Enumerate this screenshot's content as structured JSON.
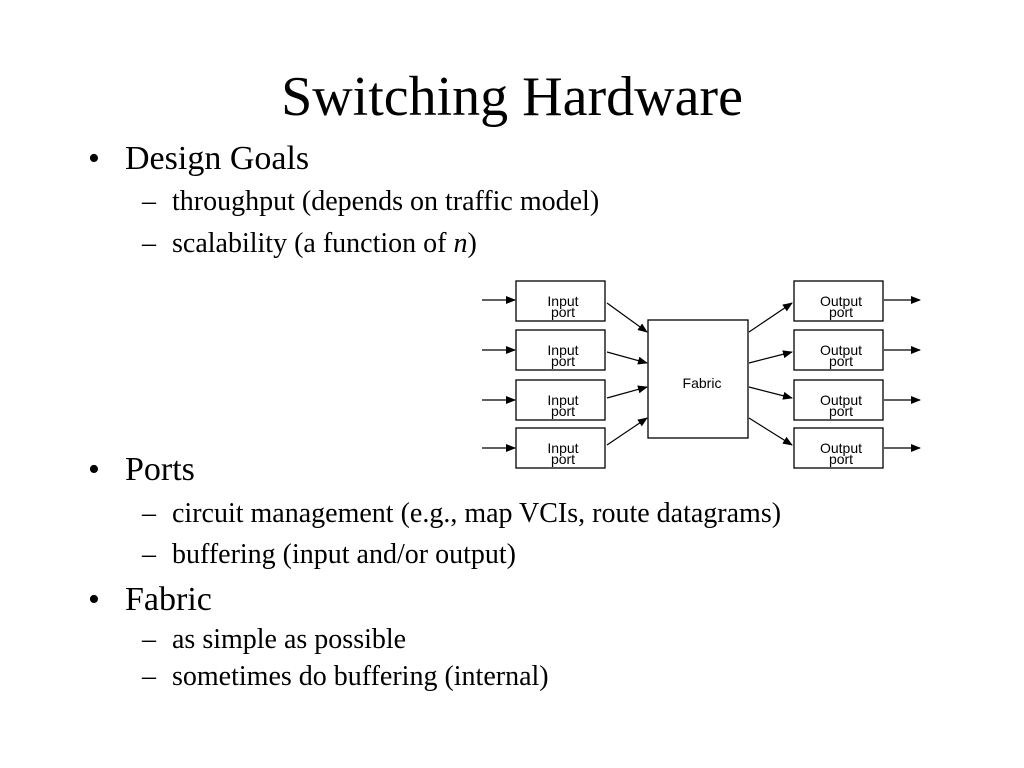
{
  "slide": {
    "title": "Switching Hardware",
    "sections": [
      {
        "heading": "Design Goals",
        "items": [
          "throughput (depends on traffic model)",
          {
            "before": "scalability (a function of ",
            "italic": "n",
            "after": ")"
          }
        ]
      },
      {
        "heading": "Ports",
        "items": [
          "circuit management (e.g., map VCIs, route datagrams)",
          "buffering (input and/or output)"
        ]
      },
      {
        "heading": "Fabric",
        "items": [
          "as simple as possible",
          "sometimes do buffering (internal)"
        ]
      }
    ]
  },
  "diagram": {
    "fabric_label": "Fabric",
    "input_ports": [
      {
        "line1": "Input",
        "line2": "port"
      },
      {
        "line1": "Input",
        "line2": "port"
      },
      {
        "line1": "Input",
        "line2": "port"
      },
      {
        "line1": "Input",
        "line2": "port"
      }
    ],
    "output_ports": [
      {
        "line1": "Output",
        "line2": "port"
      },
      {
        "line1": "Output",
        "line2": "port"
      },
      {
        "line1": "Output",
        "line2": "port"
      },
      {
        "line1": "Output",
        "line2": "port"
      }
    ]
  }
}
